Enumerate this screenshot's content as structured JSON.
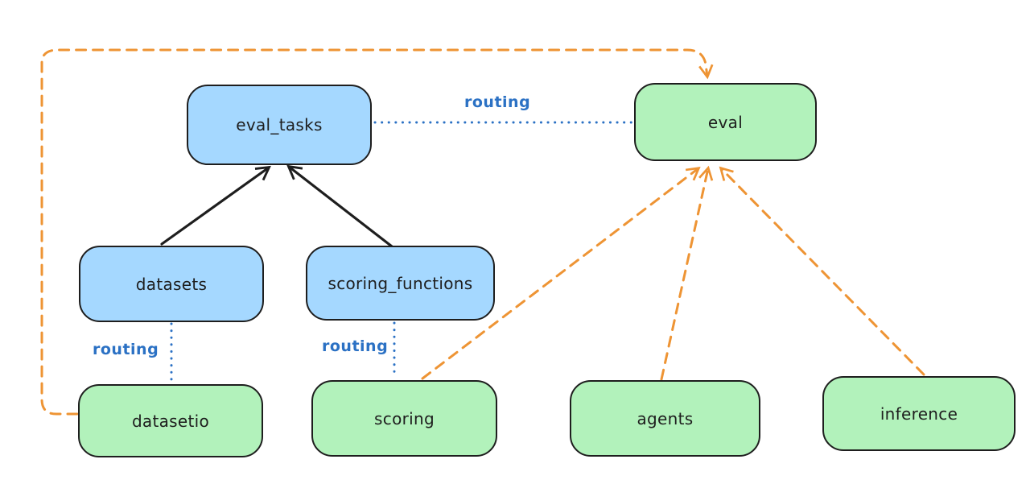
{
  "nodes": {
    "eval_tasks": {
      "label": "eval_tasks"
    },
    "eval": {
      "label": "eval"
    },
    "datasets": {
      "label": "datasets"
    },
    "scoring_functions": {
      "label": "scoring_functions"
    },
    "datasetio": {
      "label": "datasetio"
    },
    "scoring": {
      "label": "scoring"
    },
    "agents": {
      "label": "agents"
    },
    "inference": {
      "label": "inference"
    }
  },
  "edge_labels": {
    "eval_tasks_to_eval": "routing",
    "datasets_to_datasetio": "routing",
    "scoring_functions_to_scoring": "routing"
  },
  "edges": [
    {
      "from": "datasets",
      "to": "eval_tasks",
      "style": "solid",
      "color": "black",
      "arrow": true,
      "label": ""
    },
    {
      "from": "scoring_functions",
      "to": "eval_tasks",
      "style": "solid",
      "color": "black",
      "arrow": true,
      "label": ""
    },
    {
      "from": "eval_tasks",
      "to": "eval",
      "style": "dotted",
      "color": "blue",
      "arrow": false,
      "label": "routing"
    },
    {
      "from": "datasets",
      "to": "datasetio",
      "style": "dotted",
      "color": "blue",
      "arrow": false,
      "label": "routing"
    },
    {
      "from": "scoring_functions",
      "to": "scoring",
      "style": "dotted",
      "color": "blue",
      "arrow": false,
      "label": "routing"
    },
    {
      "from": "datasetio",
      "to": "eval",
      "style": "dashed",
      "color": "orange",
      "arrow": true,
      "label": ""
    },
    {
      "from": "scoring",
      "to": "eval",
      "style": "dashed",
      "color": "orange",
      "arrow": true,
      "label": ""
    },
    {
      "from": "agents",
      "to": "eval",
      "style": "dashed",
      "color": "orange",
      "arrow": true,
      "label": ""
    },
    {
      "from": "inference",
      "to": "eval",
      "style": "dashed",
      "color": "orange",
      "arrow": true,
      "label": ""
    }
  ],
  "colors": {
    "background": "#ffffff",
    "node_stroke": "#1e1e1e",
    "text": "#1e1e1e",
    "node_blue_fill": "#a5d8ff",
    "node_green_fill": "#b2f2bb",
    "routing_blue": "#2b71c4",
    "dependency_orange": "#ee9434"
  }
}
